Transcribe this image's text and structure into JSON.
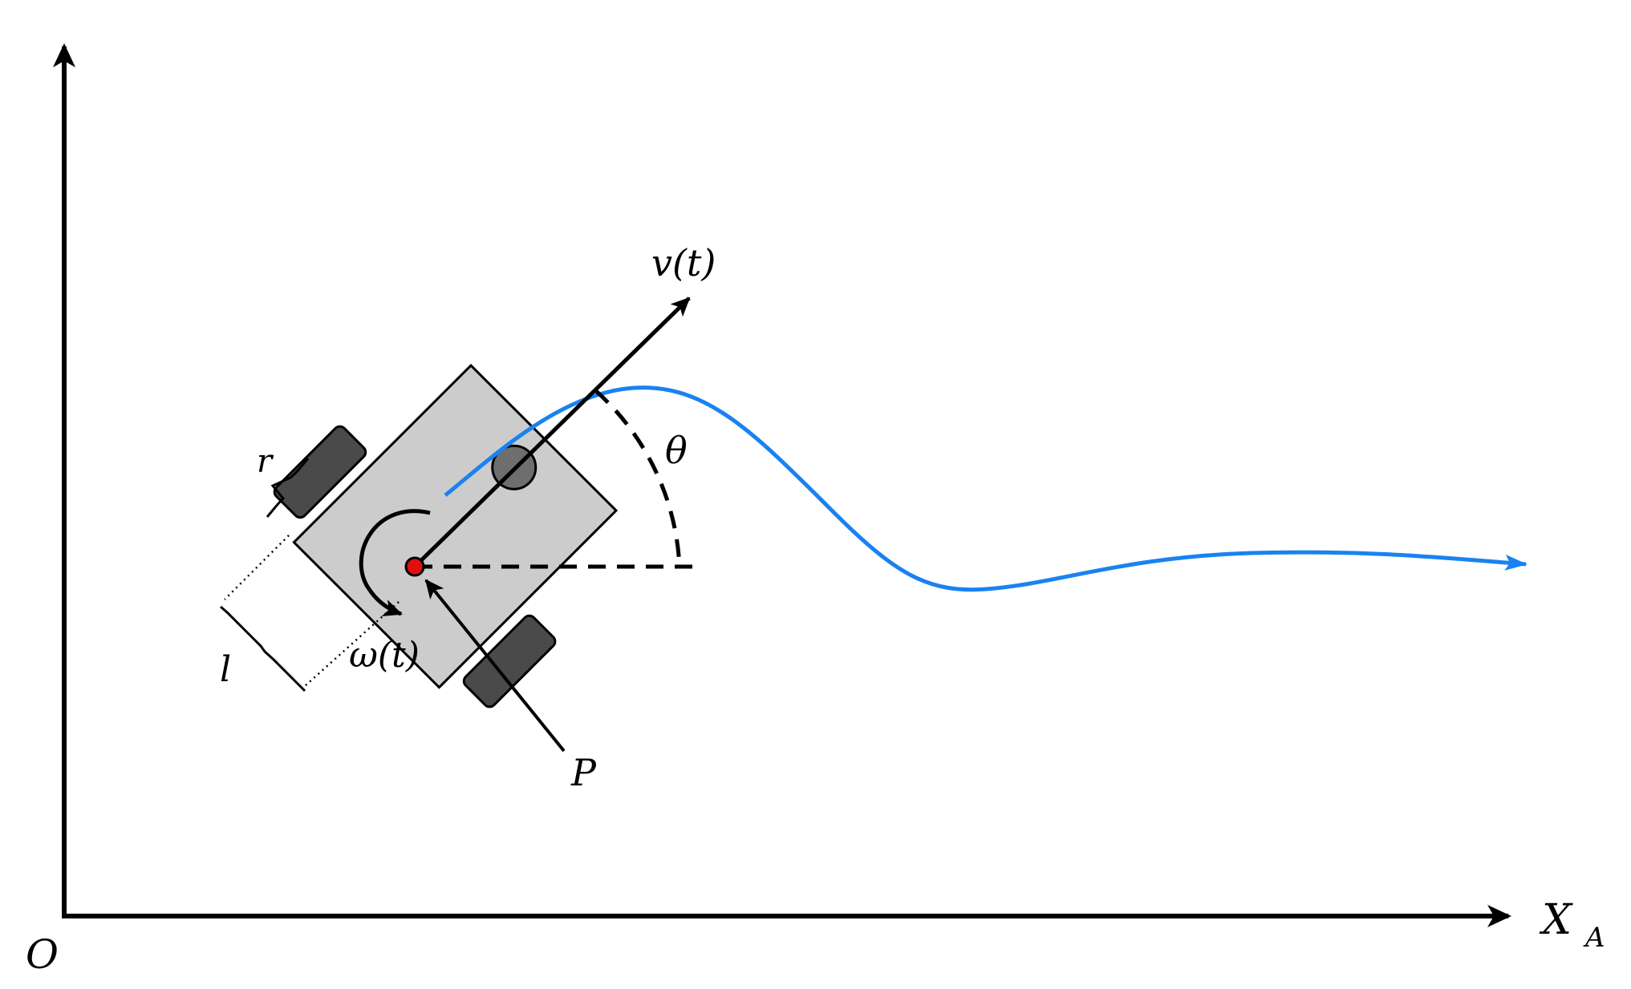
{
  "labels": {
    "origin": "O",
    "x_axis": "X",
    "x_axis_sub": "A",
    "velocity": "v(t)",
    "angular_velocity": "ω(t)",
    "heading_angle": "θ",
    "point": "P",
    "wheel_radius": "r",
    "wheel_separation": "l"
  },
  "colors": {
    "trajectory": "#1a82f0",
    "robot_body": "#cccccc",
    "wheel": "#4a4a4a",
    "caster": "#6e6e6e",
    "center_point": "#e01010",
    "ink": "#000000"
  }
}
